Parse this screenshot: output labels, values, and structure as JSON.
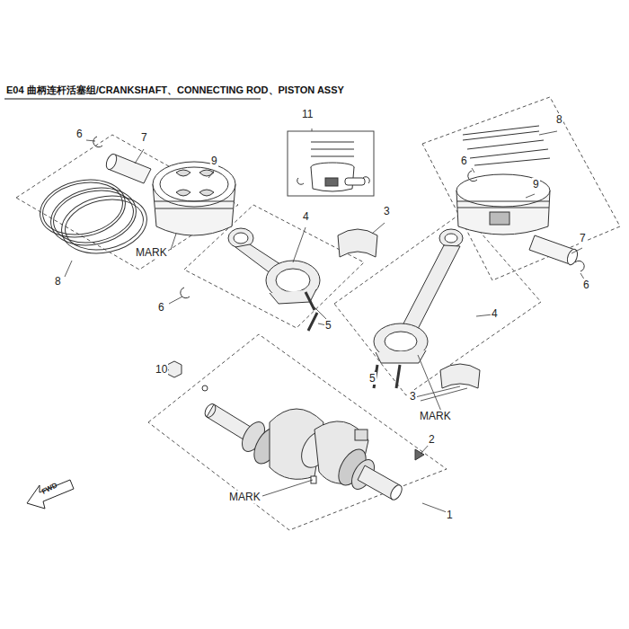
{
  "diagram": {
    "title": "E04 曲柄连杆活塞组/CRANKSHAFT、CONNECTING ROD、PISTON ASSY",
    "labels": [
      "6",
      "7",
      "11",
      "9",
      "8",
      "9",
      "6",
      "3",
      "4",
      "MARK",
      "7",
      "6",
      "8",
      "6",
      "5",
      "4",
      "10",
      "5",
      "3",
      "MARK",
      "2",
      "FWD",
      "MARK",
      "1"
    ]
  }
}
